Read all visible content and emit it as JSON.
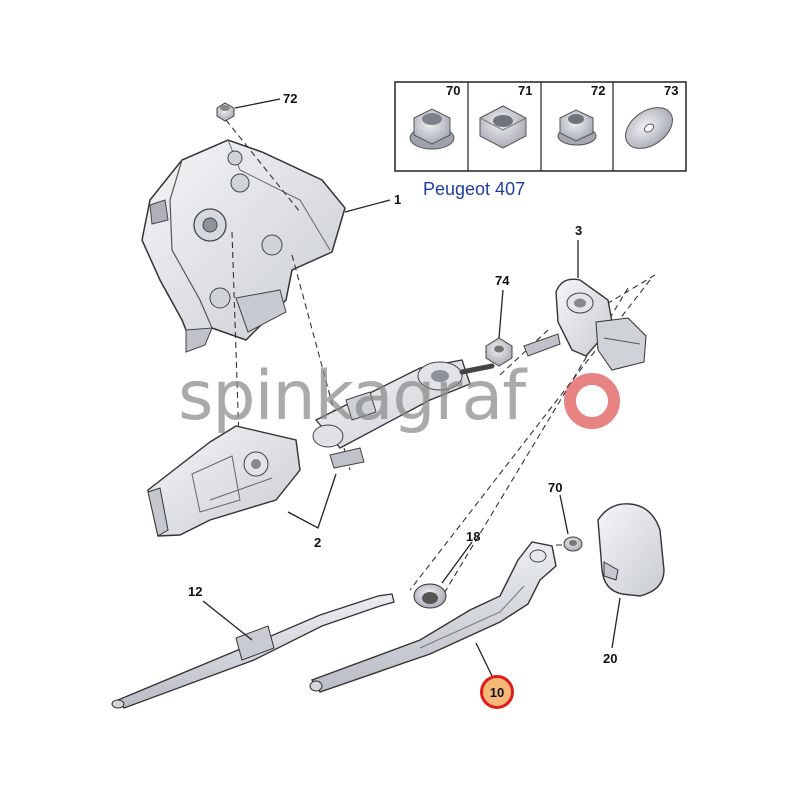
{
  "watermark": {
    "text": "spinkagraf",
    "color": "#8a8a8a",
    "logo_color": "#e05a5a"
  },
  "model_label": {
    "text": "Peugeot 407",
    "color": "#1f3fa0"
  },
  "inset": {
    "items": [
      {
        "number": "70",
        "icon": "flanged-nut-icon"
      },
      {
        "number": "71",
        "icon": "hex-nut-icon"
      },
      {
        "number": "72",
        "icon": "small-nut-icon"
      },
      {
        "number": "73",
        "icon": "flat-washer-icon"
      }
    ]
  },
  "callouts": {
    "p72": "72",
    "p1": "1",
    "p3": "3",
    "p74": "74",
    "p2": "2",
    "p70": "70",
    "p18": "18",
    "p12": "12",
    "p20": "20",
    "p10": "10"
  },
  "highlight": {
    "part": "10",
    "ring_color": "#e01b1b",
    "fill_color": "#f6b877"
  },
  "parts": [
    {
      "number": "1",
      "icon": "wiper-motor-icon"
    },
    {
      "number": "2",
      "icon": "motor-bracket-icon"
    },
    {
      "number": "3",
      "icon": "spindle-housing-icon"
    },
    {
      "number": "10",
      "icon": "wiper-arm-icon"
    },
    {
      "number": "12",
      "icon": "wiper-blade-icon"
    },
    {
      "number": "18",
      "icon": "seal-washer-icon"
    },
    {
      "number": "20",
      "icon": "cap-cover-icon"
    },
    {
      "number": "70",
      "icon": "flanged-nut-icon"
    },
    {
      "number": "72",
      "icon": "small-nut-icon"
    },
    {
      "number": "74",
      "icon": "hex-nut-icon"
    }
  ]
}
